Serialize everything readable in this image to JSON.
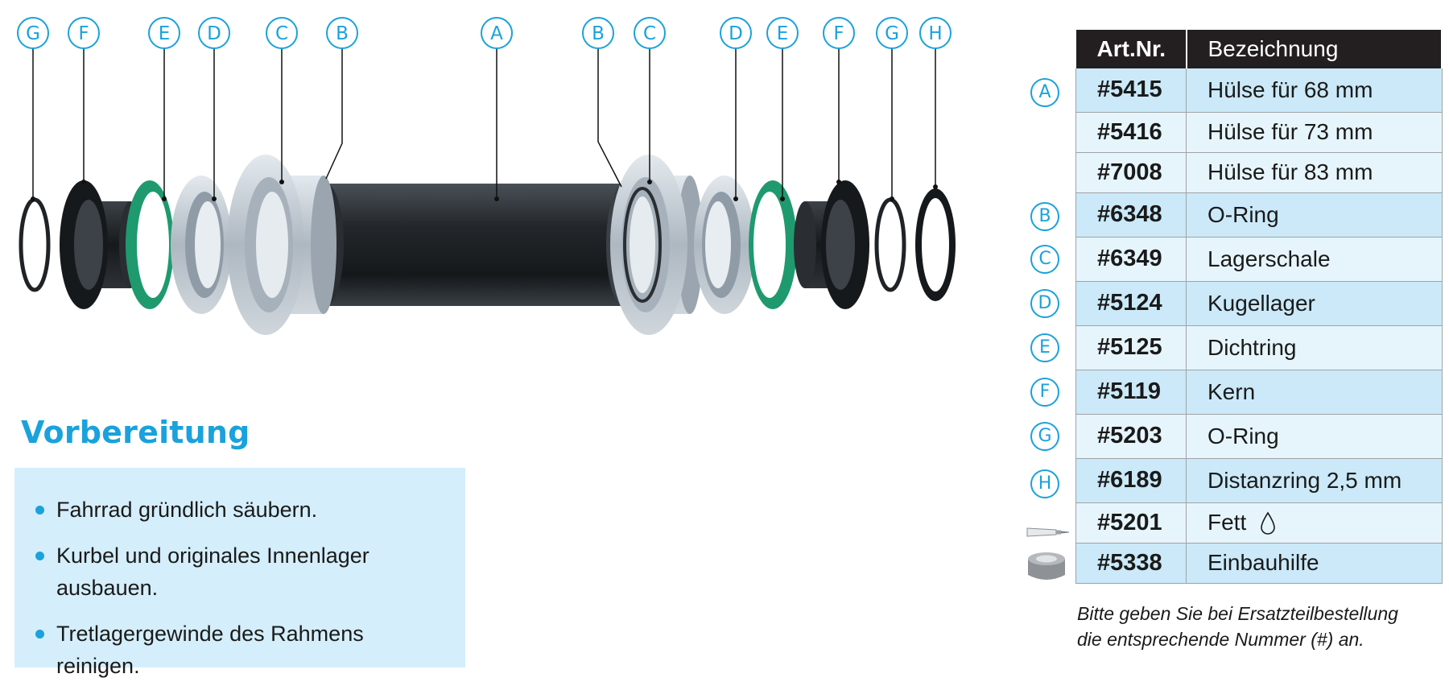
{
  "diagram": {
    "callouts": [
      {
        "letter": "G",
        "target": "o-ring-left"
      },
      {
        "letter": "F",
        "target": "core-left"
      },
      {
        "letter": "E",
        "target": "seal-left"
      },
      {
        "letter": "D",
        "target": "bearing-left"
      },
      {
        "letter": "C",
        "target": "cup-left"
      },
      {
        "letter": "B",
        "target": "o-ring-cup-left"
      },
      {
        "letter": "A",
        "target": "sleeve"
      },
      {
        "letter": "B",
        "target": "o-ring-cup-right"
      },
      {
        "letter": "C",
        "target": "cup-right"
      },
      {
        "letter": "D",
        "target": "bearing-right"
      },
      {
        "letter": "E",
        "target": "seal-right"
      },
      {
        "letter": "F",
        "target": "core-right"
      },
      {
        "letter": "G",
        "target": "o-ring-right"
      },
      {
        "letter": "H",
        "target": "spacer-right"
      }
    ],
    "colors": {
      "accent": "#1aa2dc",
      "sleeve": "#2b2f33",
      "cup": "#b9c3cc",
      "seal": "#1f9a6e",
      "core": "#1e2124"
    }
  },
  "preparation": {
    "title": "Vorbereitung",
    "items": [
      "Fahrrad gründlich säubern.",
      "Kurbel und originales Innenlager ausbauen.",
      "Tretlagergewinde des Rahmens reinigen."
    ]
  },
  "parts_table": {
    "headers": {
      "art": "Art.Nr.",
      "name": "Bezeichnung"
    },
    "rows": [
      {
        "marker": "A",
        "art": "#5415",
        "name": "Hülse für 68 mm"
      },
      {
        "marker": "",
        "art": "#5416",
        "name": "Hülse für 73 mm"
      },
      {
        "marker": "",
        "art": "#7008",
        "name": "Hülse für 83 mm"
      },
      {
        "marker": "B",
        "art": "#6348",
        "name": "O-Ring"
      },
      {
        "marker": "C",
        "art": "#6349",
        "name": "Lagerschale"
      },
      {
        "marker": "D",
        "art": "#5124",
        "name": "Kugellager"
      },
      {
        "marker": "E",
        "art": "#5125",
        "name": "Dichtring"
      },
      {
        "marker": "F",
        "art": "#5119",
        "name": "Kern"
      },
      {
        "marker": "G",
        "art": "#5203",
        "name": "O-Ring"
      },
      {
        "marker": "H",
        "art": "#6189",
        "name": "Distanzring 2,5 mm"
      },
      {
        "marker": "grease-tube-icon",
        "art": "#5201",
        "name": "Fett"
      },
      {
        "marker": "install-tool-icon",
        "art": "#5338",
        "name": "Einbauhilfe"
      }
    ]
  },
  "footnote": {
    "line1": "Bitte geben Sie bei Ersatzteilbestellung",
    "line2": "die entsprechende Nummer (#) an."
  }
}
